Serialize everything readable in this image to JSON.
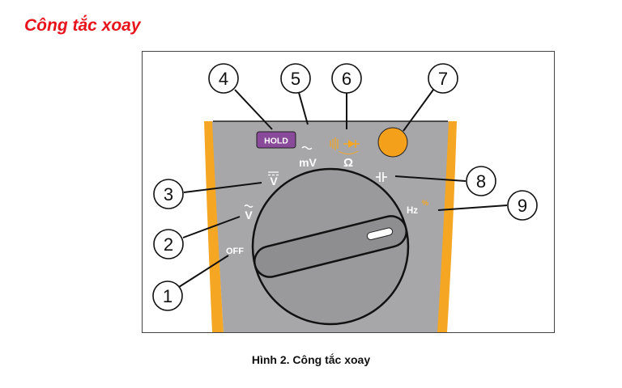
{
  "heading": "Công tắc xoay",
  "caption": "Hình 2. Công tắc xoay",
  "colors": {
    "heading": "#e8141c",
    "panel": "#a7a7a9",
    "trim": "#f5a623",
    "hold_button": "#8a4a9a",
    "orange_button": "#f5a01a"
  },
  "panel": {
    "hold_label": "HOLD",
    "mv_label": "mV",
    "ohm_label": "Ω",
    "dc_volt_label": "V",
    "ac_volt_label": "V",
    "off_label": "OFF",
    "hz_label": "Hz",
    "hz_percent": "%"
  },
  "callouts": [
    "1",
    "2",
    "3",
    "4",
    "5",
    "6",
    "7",
    "8",
    "9"
  ]
}
